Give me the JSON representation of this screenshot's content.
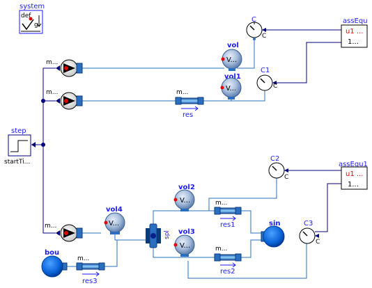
{
  "components": {
    "system": {
      "name": "system",
      "text_def": "def",
      "text_g": "g"
    },
    "step": {
      "name": "step",
      "param": "startTi..."
    },
    "pump_top": {
      "name": "m..."
    },
    "pump_mid": {
      "name": "m..."
    },
    "pump_bot": {
      "name": "m..."
    },
    "vol": {
      "name": "vol",
      "text": "V..."
    },
    "vol1": {
      "name": "vol1",
      "text": "V..."
    },
    "vol2": {
      "name": "vol2",
      "text": "V..."
    },
    "vol3": {
      "name": "vol3",
      "text": "V..."
    },
    "vol4": {
      "name": "vol4",
      "text": "V..."
    },
    "res": {
      "name": "res",
      "param": "m..."
    },
    "res1": {
      "name": "res1",
      "param": "m..."
    },
    "res2": {
      "name": "res2",
      "param": "m..."
    },
    "res3": {
      "name": "res3",
      "param": "m..."
    },
    "spl": {
      "name": "spl"
    },
    "bou": {
      "name": "bou"
    },
    "sin": {
      "name": "sin"
    },
    "C": {
      "name": "C",
      "unit": "C"
    },
    "C1": {
      "name": "C1",
      "unit": "C"
    },
    "C2": {
      "name": "C2",
      "unit": "C"
    },
    "C3": {
      "name": "C3",
      "unit": "C"
    },
    "assEqu": {
      "name": "assEqu",
      "u1": "u1 ...",
      "u2": "1..."
    },
    "assEqu1": {
      "name": "assEqu1",
      "u1": "u1 ...",
      "u2": "1..."
    }
  },
  "colors": {
    "fluid_wire": "#2a6fbf",
    "signal_wire": "#000080",
    "volume_fill": "#4f86c6",
    "label": "#1a1aff",
    "port_red": "#e00000"
  }
}
